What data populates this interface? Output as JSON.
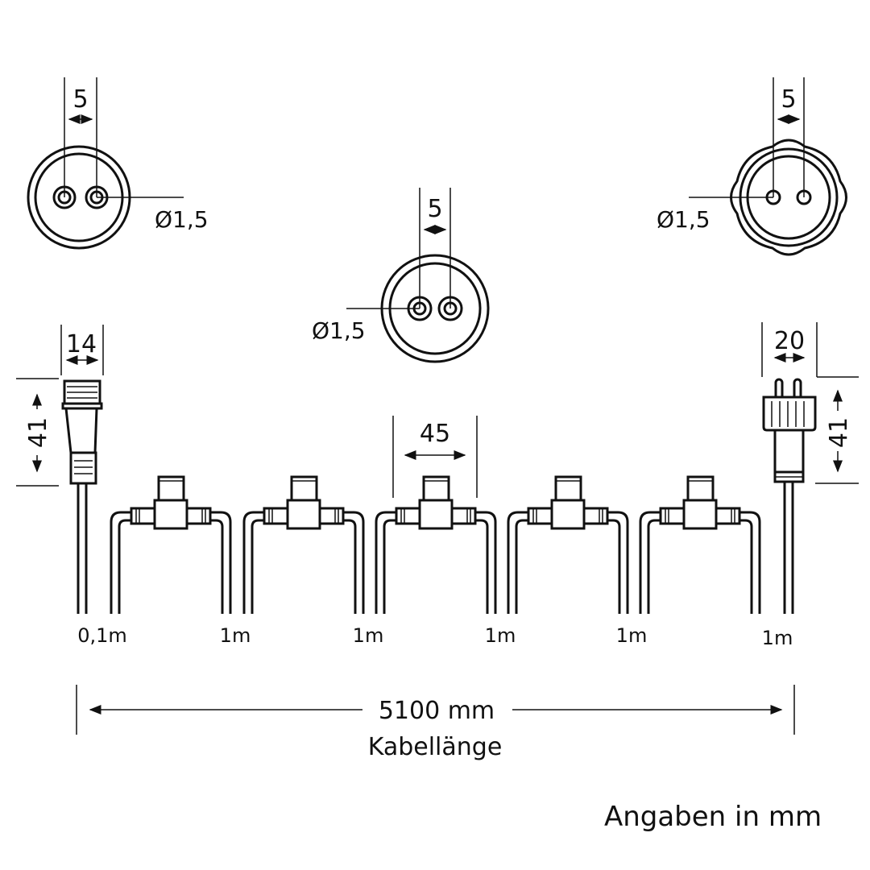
{
  "sockets": {
    "left": {
      "pitch": "5",
      "hole": "Ø1,5"
    },
    "center": {
      "pitch": "5",
      "hole": "Ø1,5"
    },
    "right": {
      "pitch": "5",
      "hole": "Ø1,5"
    }
  },
  "plug_left": {
    "width": "14",
    "height": "41",
    "cable": "0,1m"
  },
  "plug_right": {
    "width": "20",
    "height": "41",
    "cable": "1m"
  },
  "t_connector": {
    "width": "45"
  },
  "segments": [
    "1m",
    "1m",
    "1m",
    "1m"
  ],
  "total": {
    "length": "5100 mm",
    "label": "Kabellänge"
  },
  "note": "Angaben in mm"
}
